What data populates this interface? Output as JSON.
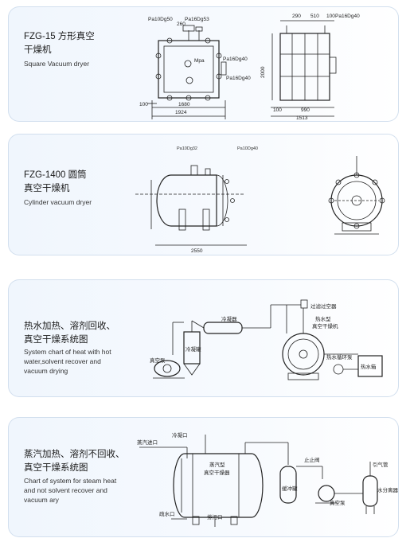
{
  "panels": [
    {
      "title": "FZG-15 方形真空",
      "title2": "干燥机",
      "subtitle_lines": [
        "Square Vacuum dryer"
      ],
      "labels": {
        "pa50": "Pa10Dg50",
        "pa53": "Pa16Dg53",
        "d260": "260",
        "mpa": "Mpa",
        "pa40a": "Pa16Dg40",
        "pa40b": "Pa16Dg40",
        "d100": "100",
        "d1680": "1680",
        "d1924": "1924",
        "d290": "290",
        "d510": "510",
        "d100b": "100",
        "pa40c": "Pa16Dg40",
        "d2000": "2000",
        "d100c": "100",
        "d990": "990",
        "d1513": "1513"
      }
    },
    {
      "title": "FZG-1400 圆筒",
      "title2": "真空干燥机",
      "subtitle_lines": [
        "Cylinder vacuum dryer"
      ],
      "labels": {
        "d2550": "2550"
      }
    },
    {
      "title": "热水加热、溶剂回收、",
      "title2": "真空干燥系统图",
      "subtitle_lines": [
        "System chart of heat with hot",
        "water,solvent recover and",
        "vacuum drying"
      ],
      "labels": {
        "condenser": "冷凝器",
        "receiver": "冷凝罐",
        "vacuum_pump": "真空泵",
        "filter": "过滤过空器",
        "dryer_line1": "热水型",
        "dryer_line2": "真空干燥机",
        "water_pump": "热水循环泵",
        "water_tank": "热水箱"
      }
    },
    {
      "title": "蒸汽加热、溶剂不回收、",
      "title2": "真空干燥系统图",
      "subtitle_lines": [
        "Chart of system for steam heat",
        "and not solvent recover and",
        "vacuum ary"
      ],
      "labels": {
        "steam_in": "蒸汽进口",
        "vent": "冷凝口",
        "dryer_line1": "蒸汽型",
        "dryer_line2": "真空干燥器",
        "drain": "疏水口",
        "sewage": "排污口",
        "stop_valve": "止止阀",
        "buffer_tank": "缓冲罐",
        "vacuum_pump": "真空泵",
        "lead_gauge": "引气管",
        "separator": "水分离器"
      }
    }
  ]
}
